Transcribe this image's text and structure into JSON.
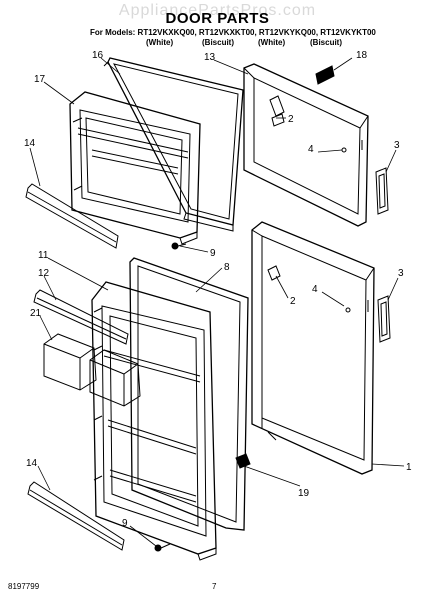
{
  "watermark": "AppliancePartsPros.com",
  "title": "DOOR PARTS",
  "models_line": "For Models: RT12VKXKQ00, RT12VKXKT00, RT12VKYKQ00, RT12VKYKT00",
  "colors": [
    "(White)",
    "(Biscuit)",
    "(White)",
    "(Biscuit)"
  ],
  "callouts": [
    "16",
    "17",
    "14",
    "13",
    "18",
    "2",
    "4",
    "3",
    "9",
    "11",
    "12",
    "8",
    "21",
    "3",
    "2",
    "4",
    "1",
    "14",
    "9",
    "19"
  ],
  "footer": {
    "doc_number": "8197799",
    "page_number": "7"
  }
}
